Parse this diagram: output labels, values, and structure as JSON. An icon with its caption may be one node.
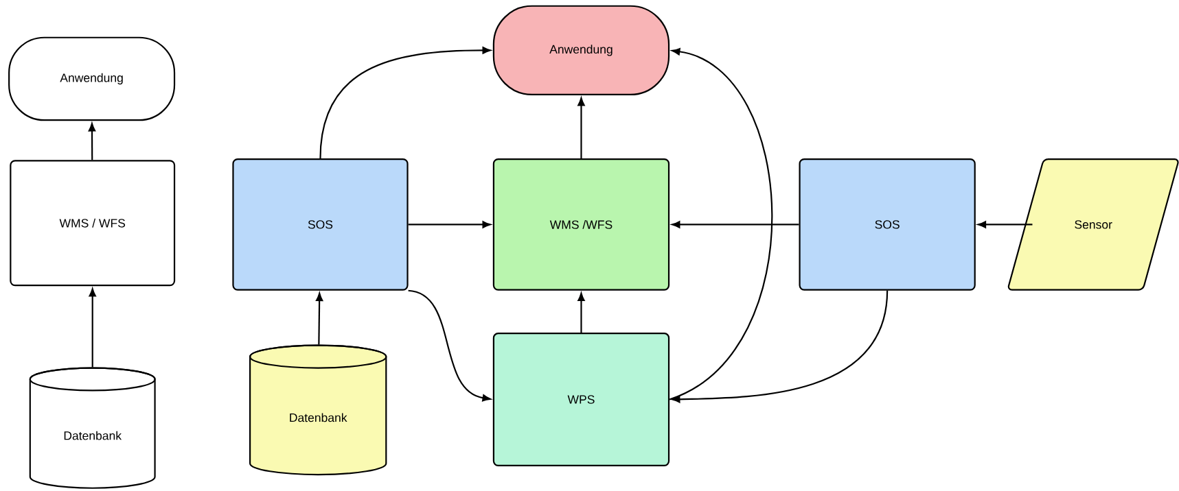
{
  "diagram": {
    "nodes": [
      {
        "text": [
          "Anwendung"
        ]
      },
      {
        "text": [
          "WMS / WFS"
        ]
      },
      {
        "text": [
          "Datenbank"
        ]
      },
      {
        "text": [
          "Anwendung"
        ]
      },
      {
        "text": [
          "SOS"
        ]
      },
      {
        "text": [
          "WMS /WFS"
        ]
      },
      {
        "text": [
          "SOS"
        ]
      },
      {
        "text": [
          "Sensor"
        ]
      },
      {
        "text": [
          "Datenbank"
        ]
      },
      {
        "text": [
          "WPS"
        ]
      }
    ],
    "edges": [
      {
        "from": 1,
        "to": 0,
        "arrow": "to"
      },
      {
        "from": 2,
        "to": 1,
        "arrow": "to"
      },
      {
        "from": 4,
        "to": 3,
        "arrow": "to"
      },
      {
        "from": 5,
        "to": 3,
        "arrow": "to"
      },
      {
        "from": 9,
        "to": 3,
        "arrow": "to"
      },
      {
        "from": 4,
        "to": 5,
        "arrow": "to"
      },
      {
        "from": 6,
        "to": 5,
        "arrow": "to"
      },
      {
        "from": 7,
        "to": 6,
        "arrow": "to"
      },
      {
        "from": 8,
        "to": 4,
        "arrow": "to"
      },
      {
        "from": 4,
        "to": 9,
        "arrow": "to"
      },
      {
        "from": 9,
        "to": 5,
        "arrow": "to"
      },
      {
        "from": 6,
        "to": 9,
        "arrow": "to"
      }
    ]
  }
}
